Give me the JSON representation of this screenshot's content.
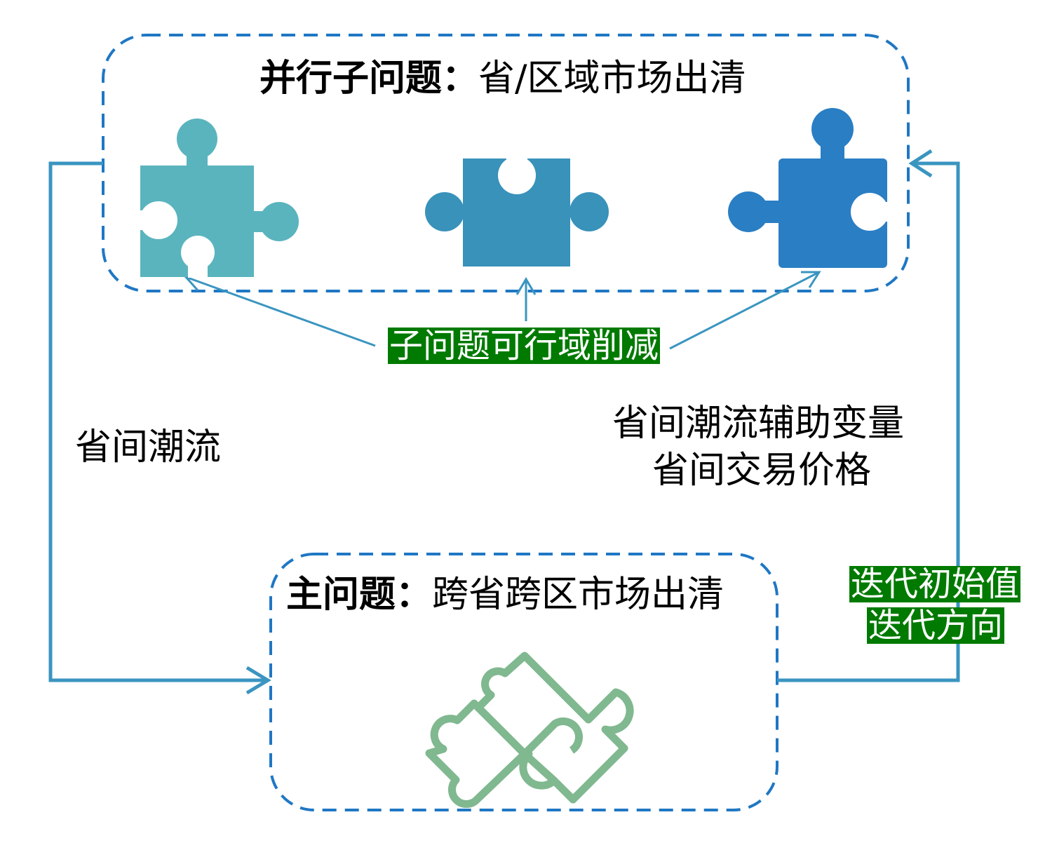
{
  "top_box": {
    "title_bold": "并行子问题：",
    "title_rest": "省/区域市场出清"
  },
  "bottom_box": {
    "title_bold": "主问题：",
    "title_rest": "跨省跨区市场出清"
  },
  "labels": {
    "reduction": "子问题可行域削减",
    "left_flow": "省间潮流",
    "right_line1": "省间潮流辅助变量",
    "right_line2": "省间交易价格",
    "iter_line1": "迭代初始值",
    "iter_line2": "迭代方向"
  },
  "colors": {
    "dash": "#1F77C4",
    "arrow": "#3A95C0",
    "piece1": "#5AB4BE",
    "piece2": "#3892BA",
    "piece3": "#2A7EC4",
    "outline": "#80B890",
    "highlight": "#007A00"
  }
}
